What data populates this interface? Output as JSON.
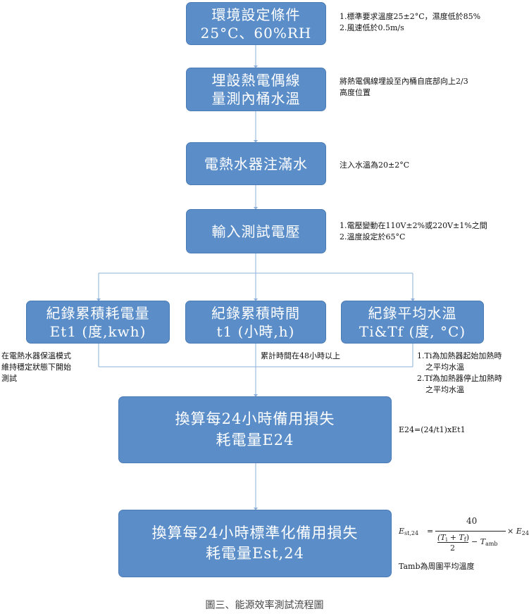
{
  "colors": {
    "box_fill": "#5b8ec9",
    "box_border": "#4a7bb5",
    "connector": "#8eb0d8",
    "text": "#111111"
  },
  "steps": [
    {
      "line1": "環境設定條件",
      "line2": "25°C、60%RH"
    },
    {
      "line1": "埋設熱電偶線",
      "line2": "量測內桶水溫"
    },
    {
      "line1": "電熱水器注滿水"
    },
    {
      "line1": "輸入測試電壓"
    }
  ],
  "branches": [
    {
      "line1": "紀錄累積耗電量",
      "line2": "Et1 (度,kwh)"
    },
    {
      "line1": "紀錄累積時間",
      "line2": "t1 (小時,h)"
    },
    {
      "line1": "紀錄平均水溫",
      "line2": "Ti&Tf (度, °C)"
    }
  ],
  "calc": [
    {
      "line1": "換算每24小時備用損失",
      "line2": "耗電量E24"
    },
    {
      "line1": "換算每24小時標準化備用損失",
      "line2": "耗電量Est,24"
    }
  ],
  "notes": {
    "step1": [
      "1.標準要求溫度25±2°C，濕度低於85%",
      "2.風速低於0.5m/s"
    ],
    "step2": [
      "將熱電偶線埋設至內桶自底部向上2/3",
      "高度位置"
    ],
    "step3": [
      "注入水溫為20±2°C"
    ],
    "step4": [
      "1.電壓變動在110V±2%或220V±1%之間",
      "2.溫度設定於65°C"
    ],
    "branch_left": [
      "在電熱水器保溫模式",
      "維持穩定狀態下開始",
      "測試"
    ],
    "branch_mid": [
      "累計時間在48小時以上"
    ],
    "branch_right": [
      "1.Ti為加熱器起始加熱時",
      "之平均水溫",
      "2.Tf為加熱器停止加熱時",
      "之平均水溫"
    ],
    "calc1_formula": "E24=(24/t1)xEt1",
    "calc2_footnote": "Tamb為周圍平均溫度"
  },
  "formula2": {
    "lhs": "E",
    "lhs_sub": "st,24",
    "numerator": "40",
    "denominator_top": "(T",
    "ti_sub": "i",
    "plus": " + T",
    "tf_sub": "f",
    "close": ")",
    "denominator_bottom": "2",
    "minus": "− T",
    "amb_sub": "amb",
    "times": "× E",
    "rhs_sub": "24",
    "equals": "="
  },
  "caption": "圖三、能源效率測試流程圖"
}
